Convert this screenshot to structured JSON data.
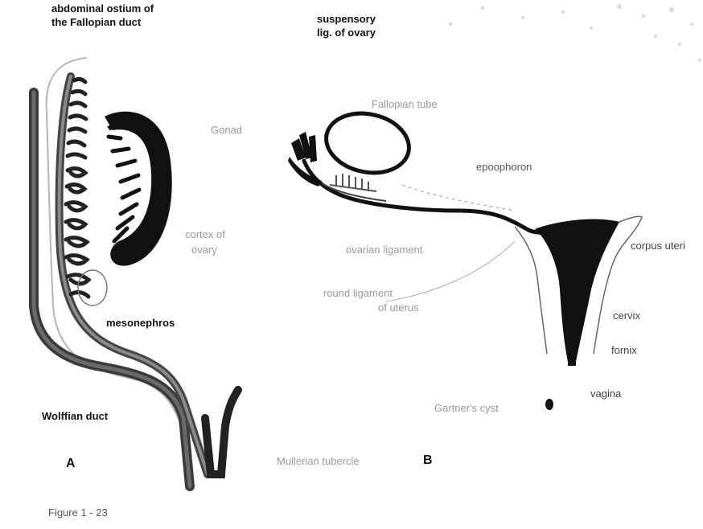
{
  "figure_caption": "Figure 1 - 23",
  "panels": {
    "a": "A",
    "b": "B"
  },
  "labels_a": {
    "ostium_line1": "abdominal ostium of",
    "ostium_line2": "the Fallopian duct",
    "gonad": "Gonad",
    "cortex_line1": "cortex of",
    "cortex_line2": "ovary",
    "mesonephros": "mesonephros",
    "wolffian": "Wolffian duct"
  },
  "labels_b": {
    "suspensory_line1": "suspensory",
    "suspensory_line2": "lig. of ovary",
    "fallopian": "Fallopian tube",
    "epoophoron": "epoophoron",
    "ovarian_ligament": "ovarian ligament",
    "round_ligament_line1": "round ligament",
    "round_ligament_line2": "of uterus",
    "corpus_uteri": "corpus uteri",
    "cervix": "cervix",
    "fornix": "fornix",
    "vagina": "vagina",
    "gartner_cyst": "Gartner's cyst",
    "mullerian": "Mullerian tubercle"
  },
  "colors": {
    "ink": "#111111",
    "mid": "#555555",
    "light": "#9a9a9a"
  }
}
